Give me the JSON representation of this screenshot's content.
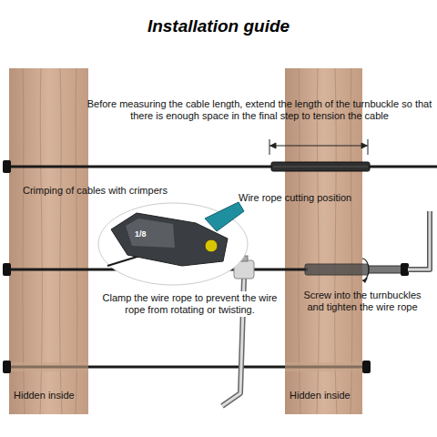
{
  "diagram": {
    "title": "Installation guide",
    "labels": [
      "Before measuring the cable length, extend the length of the turnbuckle so that there is enough space in the final step to tension the cable",
      "Crimping of cables with crimpers",
      "Wire rope cutting position",
      "1/8",
      "Clamp the wire rope to prevent the wire rope from rotating or twisting.",
      "Screw into the turnbuckles and tighten the wire rope",
      "Hidden inside",
      "Hidden inside"
    ]
  }
}
